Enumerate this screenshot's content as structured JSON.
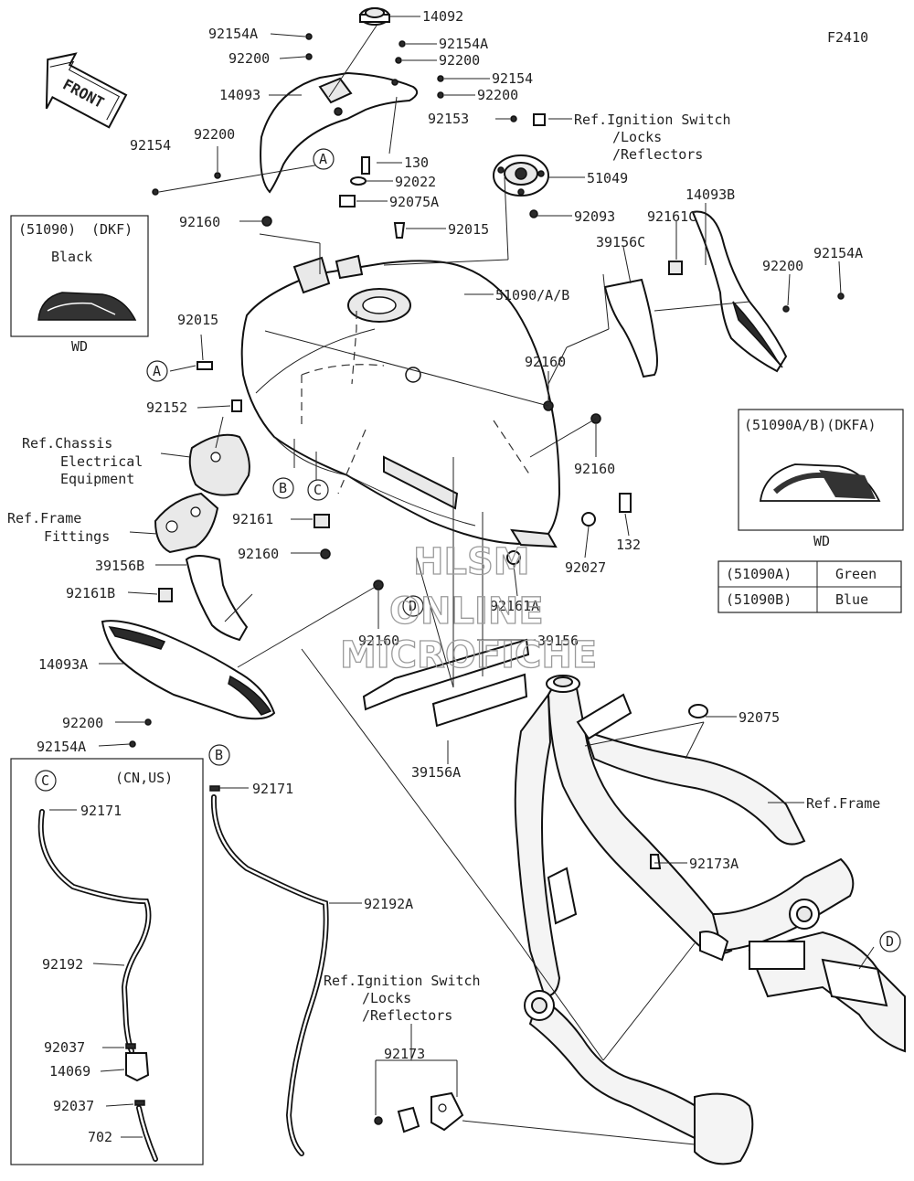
{
  "figure_code": "F2410",
  "front_label": "FRONT",
  "watermark": {
    "line1": "HLSM",
    "line2": "ONLINE",
    "line3": "MICROFICHE"
  },
  "callouts": {
    "p14092": "14092",
    "p92154A_1": "92154A",
    "p92200_1": "92200",
    "p92154A_2": "92154A",
    "p92200_2": "92200",
    "p92154_1": "92154",
    "p92200_3": "92200",
    "p14093": "14093",
    "p92153": "92153",
    "p92154_2": "92154",
    "p92200_4": "92200",
    "p130": "130",
    "p92022": "92022",
    "p51049": "51049",
    "p92075A": "92075A",
    "p92093": "92093",
    "p14093B": "14093B",
    "p92160_1": "92160",
    "p92015_1": "92015",
    "p92161C": "92161C",
    "p92154A_3": "92154A",
    "p39156C": "39156C",
    "p92200_5": "92200",
    "p51090": "51090/A/B",
    "p92015_2": "92015",
    "p92160_2": "92160",
    "p92152": "92152",
    "p92160_3": "92160",
    "p92161": "92161",
    "p92160_4": "92160",
    "p132": "132",
    "p92027": "92027",
    "p39156B": "39156B",
    "p92161B": "92161B",
    "p92161A": "92161A",
    "p92160_5": "92160",
    "p39156": "39156",
    "p14093A": "14093A",
    "p92200_6": "92200",
    "p92154A_4": "92154A",
    "p39156A": "39156A",
    "p92075": "92075",
    "p92171_1": "92171",
    "p92171_2": "92171",
    "p92192A": "92192A",
    "p92192": "92192",
    "p92173A": "92173A",
    "p92037_1": "92037",
    "p14069": "14069",
    "p92037_2": "92037",
    "p702": "702",
    "p92173": "92173"
  },
  "letters": {
    "A": "A",
    "B": "B",
    "C": "C",
    "D": "D"
  },
  "refs": {
    "ignition_top_1": "Ref.Ignition Switch",
    "ignition_top_2": "/Locks",
    "ignition_top_3": "/Reflectors",
    "chassis_1": "Ref.Chassis",
    "chassis_2": "Electrical",
    "chassis_3": "Equipment",
    "frame_fittings_1": "Ref.Frame",
    "frame_fittings_2": "Fittings",
    "frame": "Ref.Frame",
    "ignition_bottom_1": "Ref.Ignition Switch",
    "ignition_bottom_2": "/Locks",
    "ignition_bottom_3": "/Reflectors"
  },
  "inset_black": {
    "code": "(51090)",
    "variant": "(DKF)",
    "color": "Black",
    "caption": "WD"
  },
  "inset_color": {
    "code": "(51090A/B)(DKFA)",
    "caption": "WD"
  },
  "color_table": [
    {
      "code": "(51090A)",
      "color": "Green"
    },
    {
      "code": "(51090B)",
      "color": "Blue"
    }
  ],
  "hose_box_note": "(CN,US)"
}
